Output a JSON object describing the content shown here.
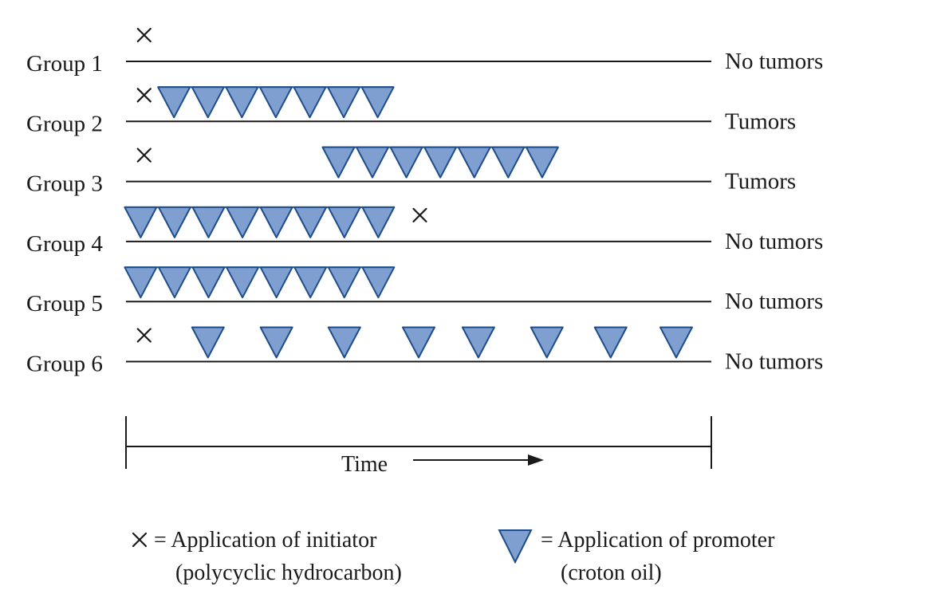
{
  "colors": {
    "promoter_fill": "#7f9fd0",
    "promoter_stroke": "#1f4d8c",
    "line": "#1a1a1a"
  },
  "groups": [
    {
      "label": "Group 1",
      "outcome": "No tumors",
      "initiator_times": [
        0.031
      ],
      "promoter_times": []
    },
    {
      "label": "Group 2",
      "outcome": "Tumors",
      "initiator_times": [
        0.031
      ],
      "promoter_times": [
        0.082,
        0.14,
        0.198,
        0.256,
        0.314,
        0.372,
        0.43
      ]
    },
    {
      "label": "Group 3",
      "outcome": "Tumors",
      "initiator_times": [
        0.031
      ],
      "promoter_times": [
        0.363,
        0.421,
        0.479,
        0.537,
        0.595,
        0.653,
        0.711
      ]
    },
    {
      "label": "Group 4",
      "outcome": "No tumors",
      "initiator_times": [
        0.502
      ],
      "promoter_times": [
        0.025,
        0.083,
        0.141,
        0.199,
        0.257,
        0.315,
        0.373,
        0.431
      ]
    },
    {
      "label": "Group 5",
      "outcome": "No tumors",
      "initiator_times": [],
      "promoter_times": [
        0.025,
        0.083,
        0.141,
        0.199,
        0.257,
        0.315,
        0.373,
        0.431
      ]
    },
    {
      "label": "Group 6",
      "outcome": "No tumors",
      "initiator_times": [
        0.031
      ],
      "promoter_times": [
        0.14,
        0.257,
        0.373,
        0.5,
        0.602,
        0.719,
        0.828,
        0.94
      ]
    }
  ],
  "time_axis": {
    "label": "Time",
    "arrow_icon": "right-arrow-icon"
  },
  "legend": {
    "initiator": {
      "icon": "x-mark-icon",
      "line1": "= Application of initiator",
      "line2": "(polycyclic hydrocarbon)"
    },
    "promoter": {
      "icon": "triangle-icon",
      "line1": "= Application of promoter",
      "line2": "(croton oil)"
    }
  }
}
